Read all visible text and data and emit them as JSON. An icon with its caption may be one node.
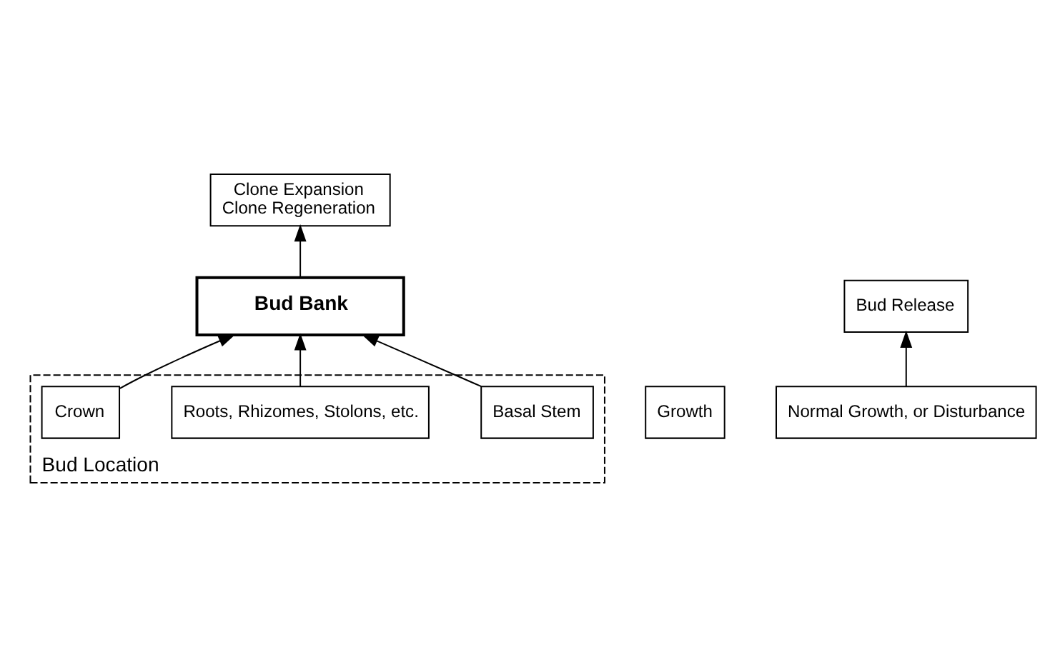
{
  "diagram": {
    "nodes": [
      {
        "text": [
          "Clone Expansion",
          "Clone Regeneration"
        ]
      },
      {
        "text": [
          "Growth"
        ]
      },
      {
        "text": [
          "Bud Release"
        ]
      },
      {
        "text": [
          "Normal Growth, or Disturbance"
        ]
      },
      {
        "text": [
          "Bud Bank"
        ]
      },
      {
        "text": [
          "Bud Location"
        ]
      },
      {
        "text": [
          "Basal Stem"
        ],
        "in": 5
      },
      {
        "text": [
          "Roots, Rhizomes, Stolons, etc."
        ],
        "in": 5
      },
      {
        "text": [
          "Crown"
        ],
        "in": 5
      }
    ],
    "edges": [
      {
        "from": 4,
        "to": 0,
        "arrow": "to"
      },
      {
        "from": 3,
        "to": 2,
        "arrow": "to"
      },
      {
        "from": 6,
        "to": 4,
        "arrow": "to"
      },
      {
        "from": 7,
        "to": 4,
        "arrow": "to"
      },
      {
        "from": 8,
        "to": 4,
        "arrow": "to"
      }
    ]
  }
}
